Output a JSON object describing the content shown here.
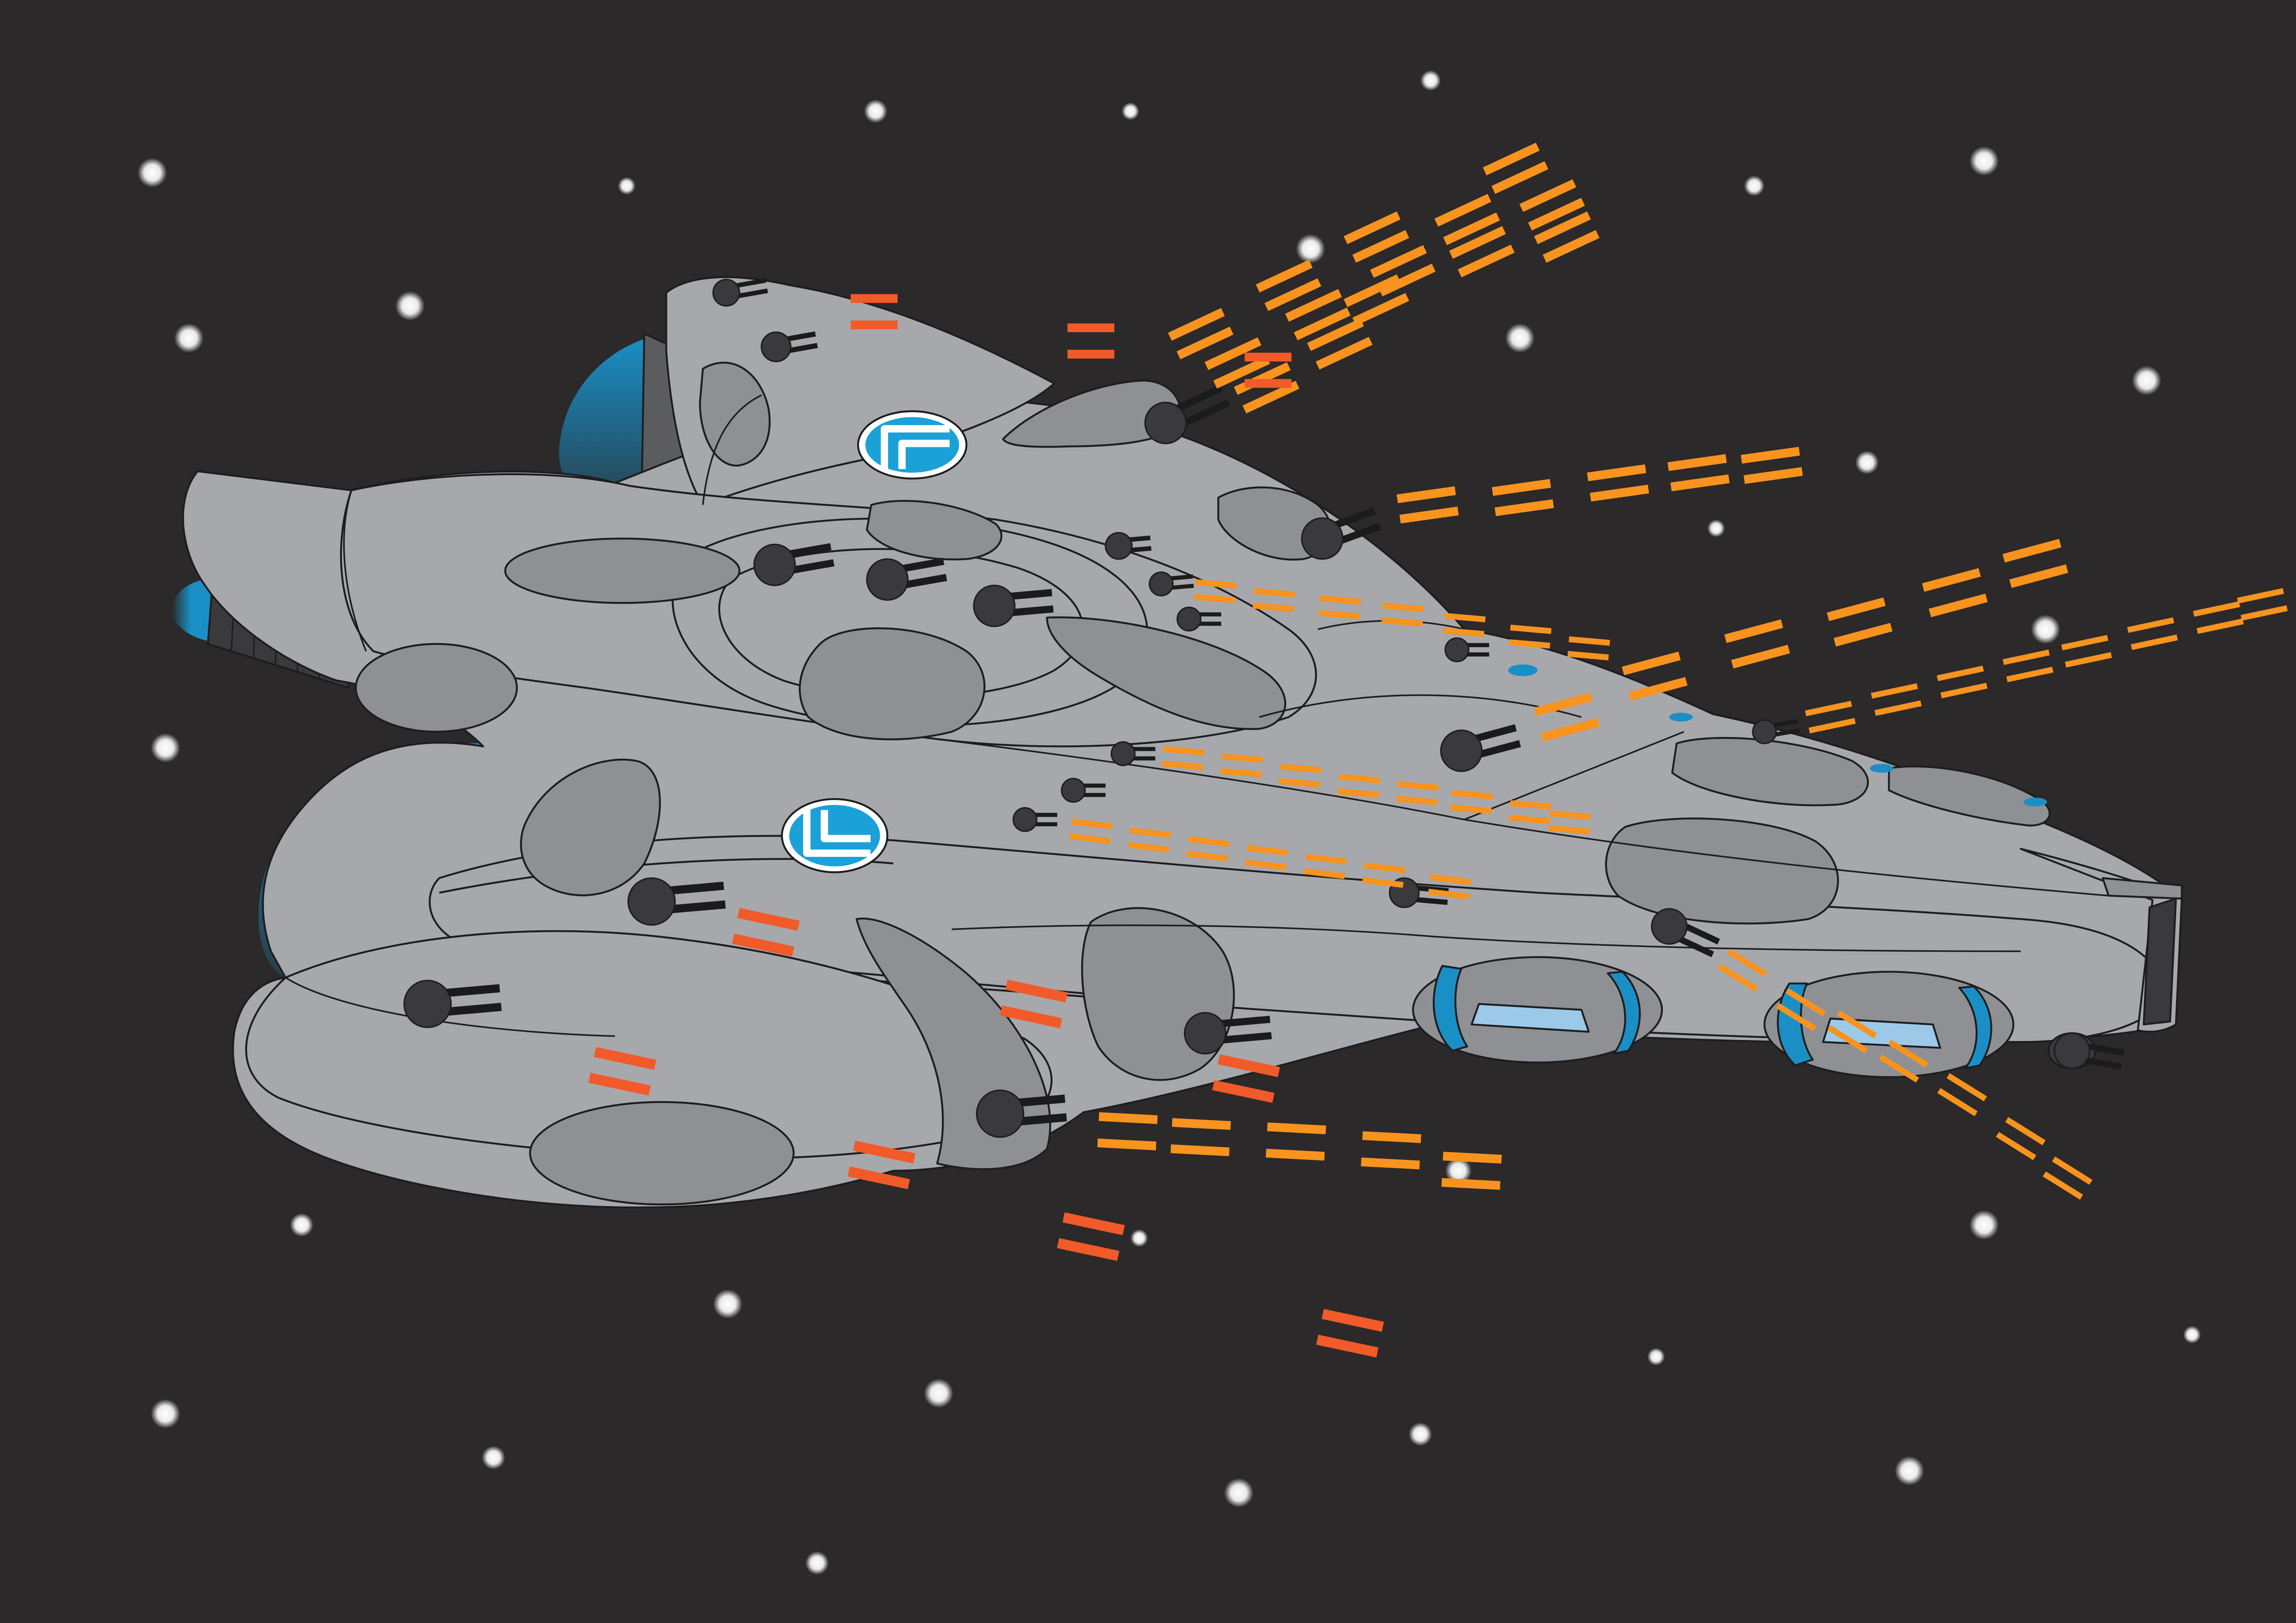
{
  "colors": {
    "space": "#2b292a",
    "hull": "#a7a8ab",
    "hull_panel": "#8f9093",
    "hull_shadow": "#5b5c5e",
    "outline": "#1d1d1f",
    "engine_glow": "#1a8fc6",
    "turret": "#3a3a3c",
    "barrel": "#1b1b1b",
    "laser_orange": "#f7931e",
    "laser_red": "#f15a29",
    "emblem_blue": "#1ba1d8",
    "star": "#ffffff"
  },
  "emblems": [
    {
      "name": "upper-hull-emblem-icon",
      "glyph": "arrow-up-right"
    },
    {
      "name": "lower-hull-emblem-icon",
      "glyph": "arrow-down-left"
    }
  ],
  "scene": {
    "subject": "spaceship",
    "turret_count": 22,
    "engine_count": 3,
    "laser_bolt_count": 60
  }
}
